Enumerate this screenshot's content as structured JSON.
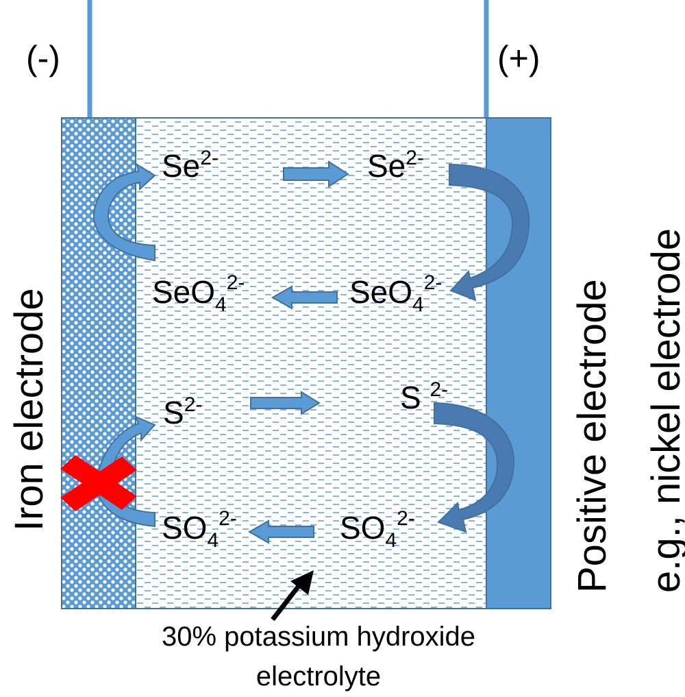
{
  "terminals": {
    "negative": "(-)",
    "positive": "(+)"
  },
  "electrodes": {
    "left": "Iron electrode",
    "right_line1": "Positive electrode",
    "right_line2": "e.g., nickel electrode"
  },
  "ions": {
    "se_left": {
      "base": "Se",
      "sup": "2-"
    },
    "se_right": {
      "base": "Se",
      "sup": "2-"
    },
    "seo4_left": {
      "base": "SeO",
      "sub": "4",
      "sup": "2-"
    },
    "seo4_right": {
      "base": "SeO",
      "sub": "4",
      "sup": "2-"
    },
    "s_left": {
      "base": "S",
      "sup": "2-"
    },
    "s_right": {
      "base": "S ",
      "sup": "2-"
    },
    "so4_left": {
      "base": "SO",
      "sub": "4",
      "sup": "2-"
    },
    "so4_right": {
      "base": "SO",
      "sub": "4",
      "sup": "2-"
    }
  },
  "electrolyte": {
    "line1": "30% potassium hydroxide",
    "line2": "electrolyte"
  },
  "colors": {
    "accent": "#5b9bd5",
    "electrode_fill": "#5b9bd5",
    "arrow_dark": "#4a7bb0",
    "blocked_mark": "#ff0000"
  }
}
